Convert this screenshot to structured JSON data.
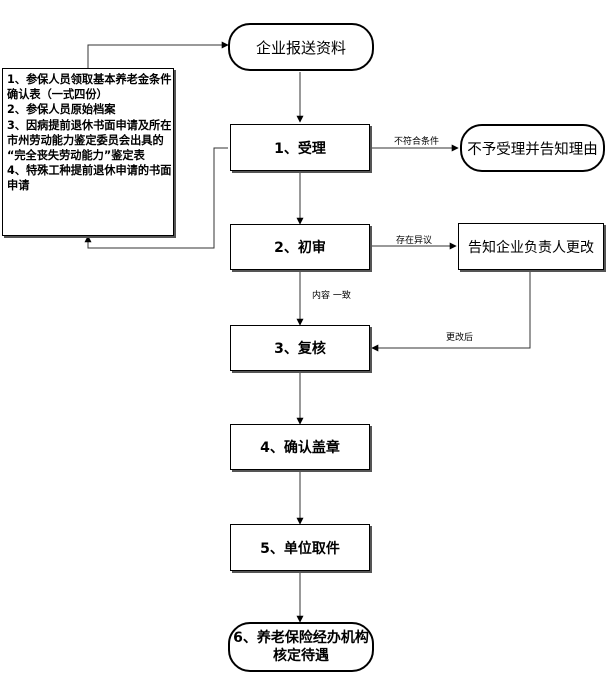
{
  "start_node": "企业报送资料",
  "steps": [
    {
      "label": "1、受理"
    },
    {
      "label": "2、初审"
    },
    {
      "label": "3、复核"
    },
    {
      "label": "4、确认盖章"
    },
    {
      "label": "5、单位取件"
    }
  ],
  "end_node": {
    "line1": "6、养老保险经办机构",
    "line2": "核定待遇"
  },
  "reject_node": "不予受理并告知理由",
  "notify_node": "告知企业负责人更改",
  "documents": [
    "1、参保人员领取基本养老金条件",
    "确认表（一式四份）",
    "2、参保人员原始档案",
    "3、因病提前退休书面申请及所在",
    "市州劳动能力鉴定委员会出具的",
    "“完全丧失劳动能力”鉴定表",
    "4、特殊工种提前退休申请的书面",
    "申请"
  ],
  "edge_labels": {
    "not_qualified": "不符合条件",
    "has_objection": "存在异议",
    "consistent": "内容 一致",
    "after_change": "更改后"
  }
}
